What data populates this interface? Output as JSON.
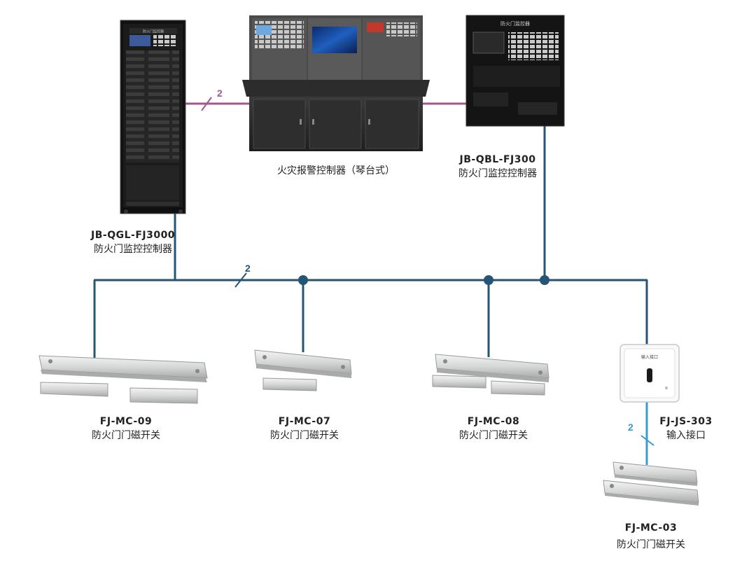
{
  "colors": {
    "bus": "#245574",
    "link": "#a1588f",
    "branch": "#3b9bd0",
    "device_dark": "#1b1b1b",
    "metal": "#d3d4d4"
  },
  "bus_count_label": "2",
  "link_count_label": "2",
  "branch_count_label": "2",
  "devices": {
    "rack": {
      "model": "JB-QGL-FJ3000",
      "desc": "防火门监控控制器",
      "screen_title": "防火门监控器"
    },
    "console": {
      "desc": "火灾报警控制器（琴台式）"
    },
    "panel": {
      "model": "JB-QBL-FJ300",
      "desc": "防火门监控控制器",
      "screen_title": "防火门监控器"
    },
    "mc09": {
      "model": "FJ-MC-09",
      "desc": "防火门门磁开关"
    },
    "mc07": {
      "model": "FJ-MC-07",
      "desc": "防火门门磁开关"
    },
    "mc08": {
      "model": "FJ-MC-08",
      "desc": "防火门门磁开关"
    },
    "js303": {
      "model": "FJ-JS-303",
      "desc": "输入接口",
      "face_label": "输入接口"
    },
    "mc03": {
      "model": "FJ-MC-03",
      "desc": "防火门门磁开关"
    }
  }
}
